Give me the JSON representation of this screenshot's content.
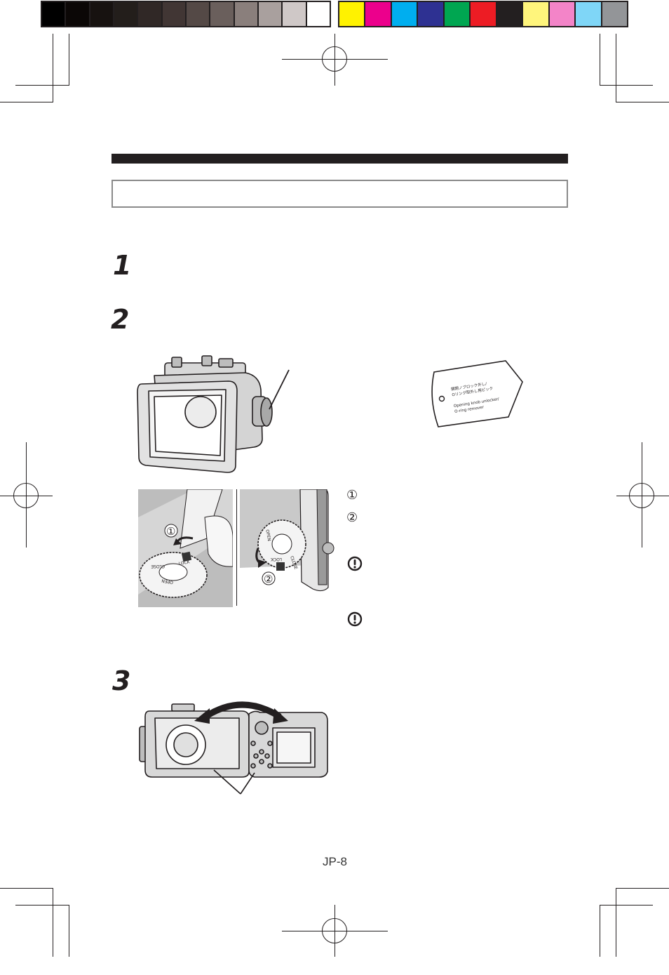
{
  "colorbar": {
    "gray_swatches": [
      "#000000",
      "#0b0706",
      "#171210",
      "#231e1b",
      "#302826",
      "#413634",
      "#544946",
      "#6a5f5c",
      "#8a7f7c",
      "#a9a09e",
      "#cfc8c7",
      "#ffffff"
    ],
    "color_swatches": [
      "#fff200",
      "#ec008c",
      "#00aeef",
      "#2e3192",
      "#00a651",
      "#ed1c24",
      "#231f20",
      "#fff57c",
      "#f384c8",
      "#7fd6f7",
      "#939598"
    ]
  },
  "steps": {
    "step1": "1",
    "step2": "2",
    "step3": "3"
  },
  "tool_tag": {
    "jp_line1": "開閉ノブロック外し/",
    "jp_line2": "Oリング取外し用ピック",
    "en_line1": "Opening knob unlocker/",
    "en_line2": "O-ring remover"
  },
  "photo_labels": {
    "knob_close": "CLOSE",
    "knob_lock": "LOCK",
    "knob_open": "OPEN",
    "tool_text": "Opening knob unlocker/ O-ring remover"
  },
  "callouts": {
    "c1": "①",
    "c2": "②"
  },
  "list_markers": {
    "m1": "①",
    "m2": "②"
  },
  "page_number": "JP-8"
}
